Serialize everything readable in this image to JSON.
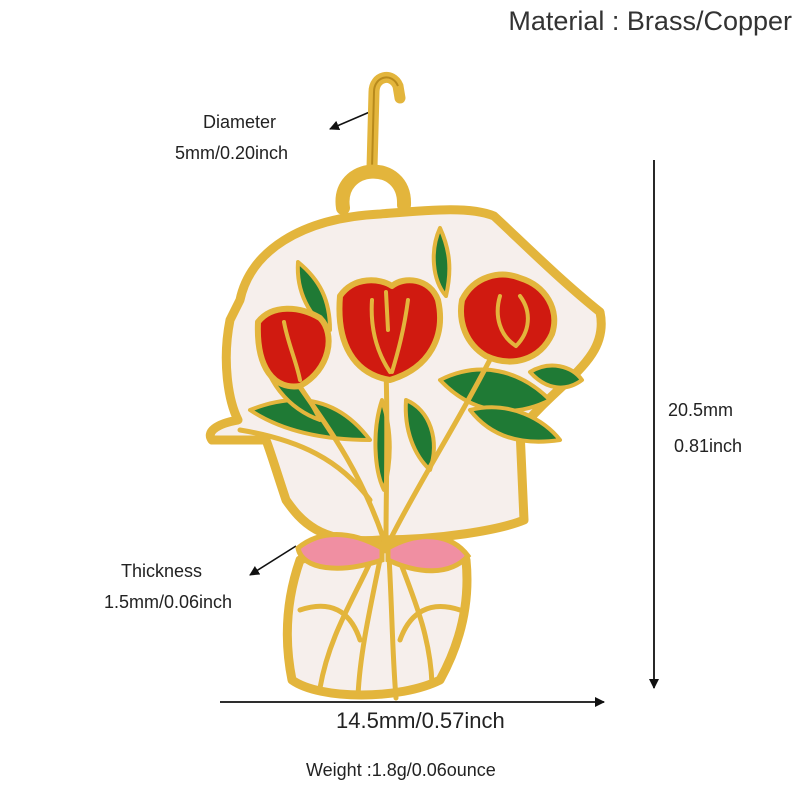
{
  "header": {
    "material": "Material : Brass/Copper"
  },
  "dimensions": {
    "diameter": {
      "label": "Diameter",
      "value": "5mm/0.20inch"
    },
    "height": {
      "mm": "20.5mm",
      "inch": "0.81inch"
    },
    "thickness": {
      "label": "Thickness",
      "value": "1.5mm/0.06inch"
    },
    "width": {
      "value": "14.5mm/0.57inch"
    }
  },
  "weight": "Weight :1.8g/0.06ounce",
  "colors": {
    "gold": "#e3b53c",
    "gold_dark": "#b88a1c",
    "red": "#d01a10",
    "green": "#1f7a35",
    "pink": "#f08fa2",
    "white_enamel": "#f6efec",
    "arrow": "#111111"
  }
}
